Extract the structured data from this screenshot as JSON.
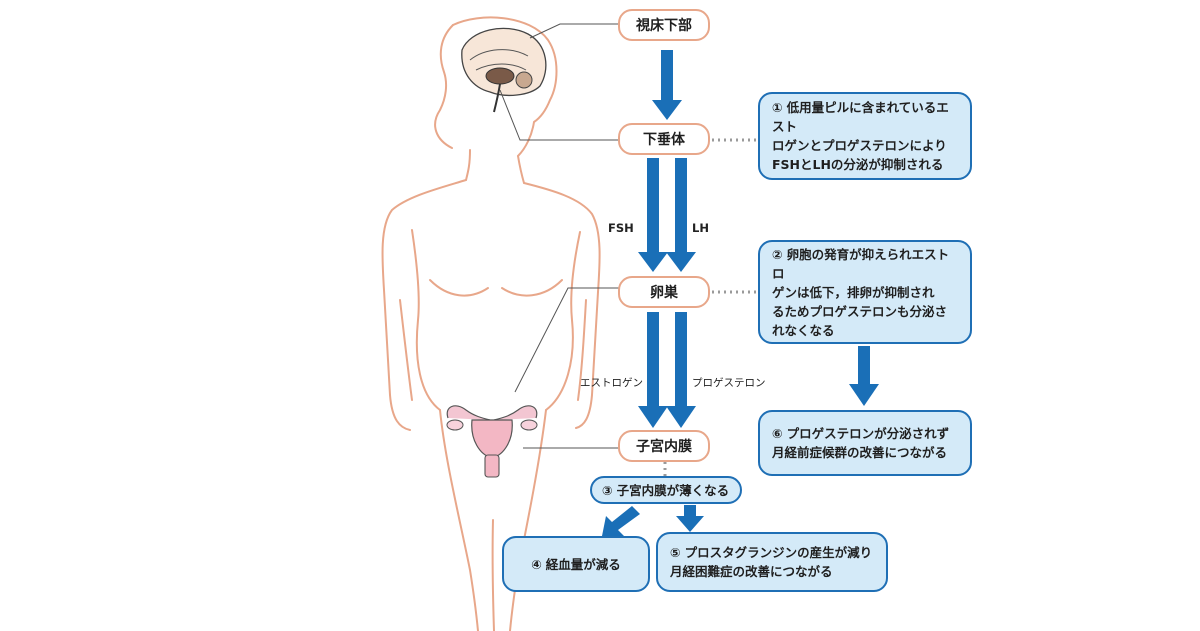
{
  "colors": {
    "body_outline": "#e8a78a",
    "arrow_blue": "#1a6fb7",
    "note_fill": "#d4eaf8",
    "note_border": "#1f6fb5",
    "dotted_line": "#9a9a9a",
    "uterus_pink": "#f3b7c4"
  },
  "nodes": {
    "hypothalamus": "視床下部",
    "pituitary": "下垂体",
    "ovary": "卵巣",
    "endometrium": "子宮内膜"
  },
  "labels": {
    "fsh": "FSH",
    "lh": "LH",
    "estrogen": "エストロゲン",
    "progesterone": "プロゲステロン"
  },
  "notes": {
    "n1": {
      "num": "①",
      "text": "低用量ピルに含まれているエスト\nロゲンとプロゲステロンにより\nFSHとLHの分泌が抑制される"
    },
    "n2": {
      "num": "②",
      "text": "卵胞の発育が抑えられエストロ\nゲンは低下，排卵が抑制され\nるためプロゲステロンも分泌さ\nれなくなる"
    },
    "n3": {
      "num": "③",
      "text": "子宮内膜が薄くなる"
    },
    "n4": {
      "num": "④",
      "text": "経血量が減る"
    },
    "n5": {
      "num": "⑤",
      "text": "プロスタグランジンの産生が減り\n月経困難症の改善につながる"
    },
    "n6": {
      "num": "⑥",
      "text": "プロゲステロンが分泌されず\n月経前症候群の改善につながる"
    }
  }
}
